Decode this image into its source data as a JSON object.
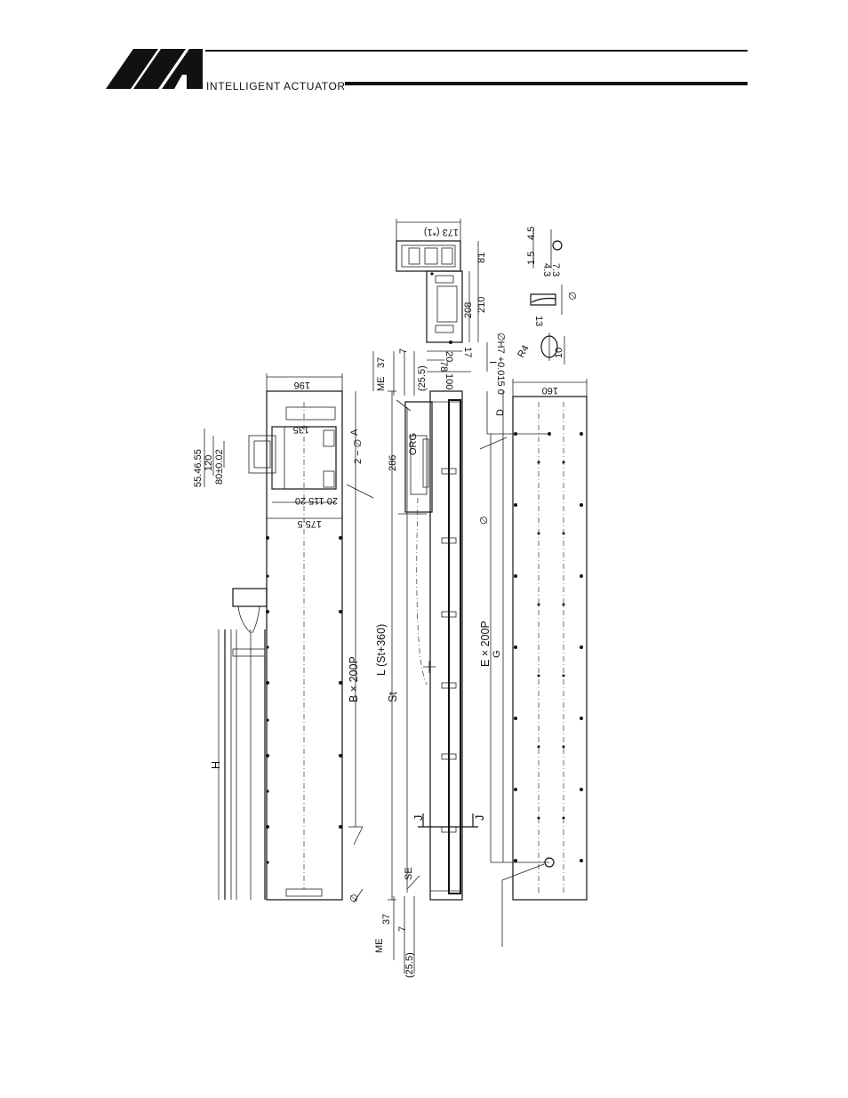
{
  "brand": {
    "name": "INTELLIGENT ACTUATOR"
  },
  "top_view": {
    "labels": {
      "h": "H",
      "b_pitch": "B × 200P",
      "hole_top": "2 − ∅",
      "a": "A",
      "phi": "∅",
      "w196": "196",
      "w135": "135",
      "w115": "20   115   20",
      "w175": "175.5",
      "d55": "55.46.55",
      "d120": "120",
      "d80": "80±0.02"
    }
  },
  "side_view": {
    "labels": {
      "l_total": "L (St+360)",
      "st": "St",
      "me_top": "ME",
      "me_bottom": "ME",
      "se": "SE",
      "org": "ORG",
      "d37_top": "37",
      "d37_bottom": "37",
      "d7_top": "7",
      "d7_bottom": "7",
      "d255_top": "(25.5)",
      "d255_bottom": "(25.5)",
      "d286": "286",
      "j_left": "J",
      "j_right": "J"
    }
  },
  "bottom_view": {
    "labels": {
      "w160": "160",
      "d": "D",
      "phi": "∅",
      "e_pitch": "E × 200P",
      "g": "G"
    }
  },
  "end_view": {
    "labels": {
      "w173": "173 (*1)",
      "d81": "81",
      "d210": "210",
      "d208": "208",
      "d17": "17",
      "d20": "20",
      "d78": "78",
      "d100": "100",
      "d_i": "I"
    }
  },
  "details": {
    "labels": {
      "d15": "1.5",
      "d45": "4.5",
      "d43": "4.3",
      "d73": "7.3",
      "d13": "13",
      "phi": "∅",
      "h7": "∅H7 +0.015 0",
      "r4": "R4",
      "d10": "10"
    }
  }
}
